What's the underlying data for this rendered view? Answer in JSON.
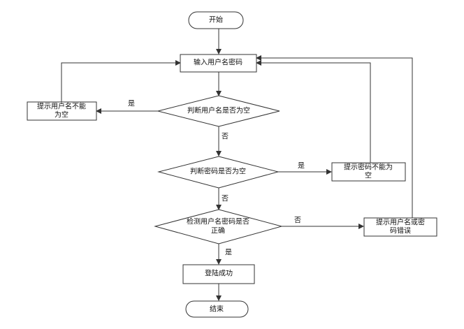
{
  "nodes": {
    "start": "开始",
    "input": "输入用户名密码",
    "hint_user_empty_1": "提示用户名不能",
    "hint_user_empty_2": "为空",
    "check_user_empty": "判断用户名是否为空",
    "check_pwd_empty": "判断密码是否为空",
    "hint_pwd_empty_1": "提示密码不能为",
    "hint_pwd_empty_2": "空",
    "check_correct_1": "检测用户名密码是否",
    "check_correct_2": "正确",
    "hint_wrong_1": "提示用户名或密",
    "hint_wrong_2": "码错误",
    "success": "登陆成功",
    "end": "结束"
  },
  "edges": {
    "yes_user_empty": "是",
    "no_user_empty": "否",
    "yes_pwd_empty": "是",
    "no_pwd_empty": "否",
    "no_correct": "否",
    "yes_correct": "是"
  }
}
